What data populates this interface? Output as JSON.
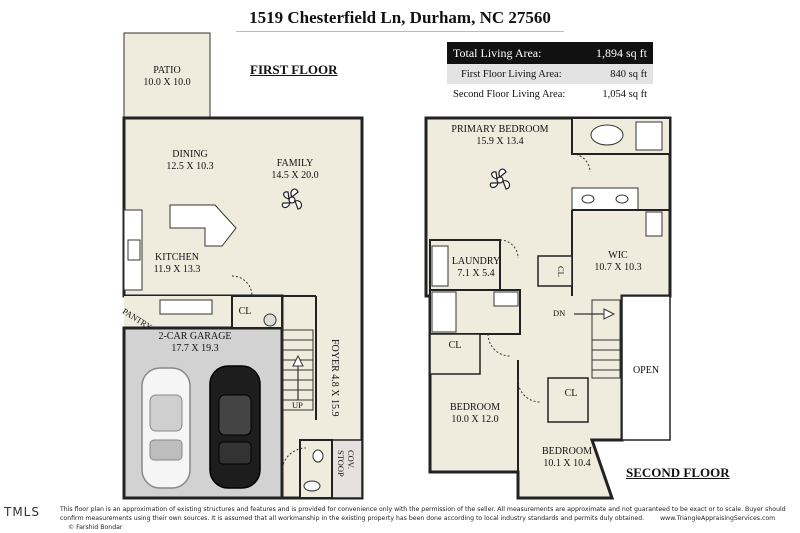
{
  "title": "1519 Chesterfield Ln, Durham, NC 27560",
  "first_floor": {
    "label": "FIRST FLOOR",
    "rooms": {
      "patio": {
        "name": "PATIO",
        "dims": "10.0 X 10.0"
      },
      "dining": {
        "name": "DINING",
        "dims": "12.5 X 10.3"
      },
      "family": {
        "name": "FAMILY",
        "dims": "14.5 X 20.0"
      },
      "kitchen": {
        "name": "KITCHEN",
        "dims": "11.9 X 13.3"
      },
      "pantry": {
        "name": "PANTRY"
      },
      "closet": {
        "name": "CL"
      },
      "garage": {
        "name": "2-CAR GARAGE",
        "dims": "17.7 X 19.3"
      },
      "foyer": {
        "name": "FOYER",
        "dims": "4.8 X 15.9"
      },
      "up": {
        "name": "UP"
      },
      "stoop": {
        "name": "COV. STOOP"
      }
    }
  },
  "second_floor": {
    "label": "SECOND FLOOR",
    "rooms": {
      "primary": {
        "name": "PRIMARY BEDROOM",
        "dims": "15.9 X 13.4"
      },
      "laundry": {
        "name": "LAUNDRY",
        "dims": "7.1 X 5.4"
      },
      "wic": {
        "name": "WIC",
        "dims": "10.7 X 10.3"
      },
      "wic_cl": {
        "name": "CL"
      },
      "dn": {
        "name": "DN"
      },
      "bed_cl": {
        "name": "CL"
      },
      "bedroom1": {
        "name": "BEDROOM",
        "dims": "10.0 X 12.0"
      },
      "bed2_cl": {
        "name": "CL"
      },
      "bedroom2": {
        "name": "BEDROOM",
        "dims": "10.1 X 10.4"
      },
      "open": {
        "name": "OPEN"
      }
    }
  },
  "areas": {
    "total_label": "Total Living Area:",
    "total_value": "1,894 sq ft",
    "first_label": "First Floor Living Area:",
    "first_value": "840 sq ft",
    "second_label": "Second Floor Living Area:",
    "second_value": "1,054 sq ft"
  },
  "logo": "TMLS",
  "disclaimer": "This floor plan is an approximation of existing structures and features and is provided for convenience only with the permission of the seller. All measurements are approximate and not guaranteed to be exact or to scale. Buyer should confirm measurements using their own sources. It is assumed that all workmanship in the existing property has been done according to local industry standards and permits duly obtained.",
  "website": "www.TriangleAppraisingServices.com",
  "copyright": "© Farshid Bondar",
  "colors": {
    "floor": "#efebdd",
    "garage": "#d2d2d2",
    "wall": "#222222"
  }
}
